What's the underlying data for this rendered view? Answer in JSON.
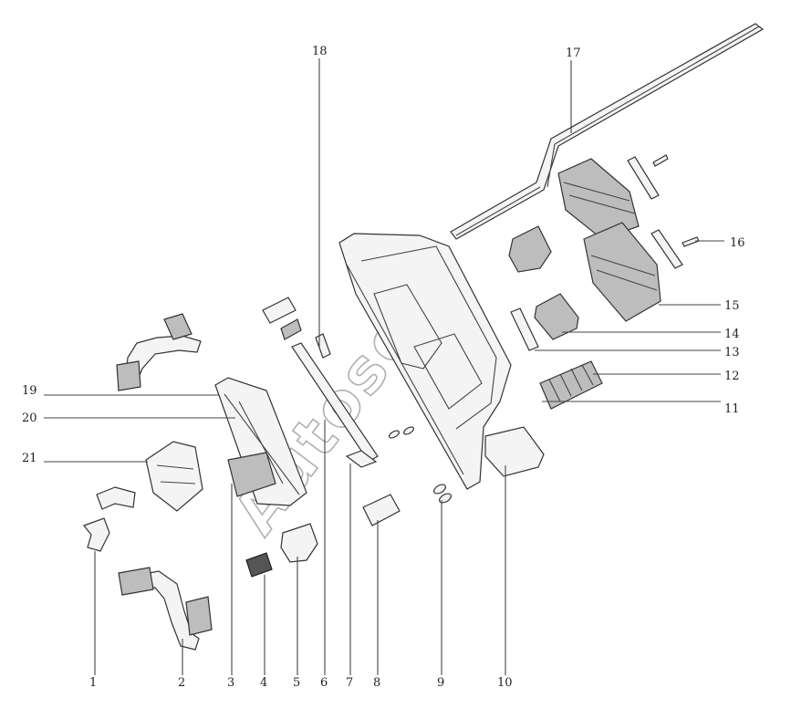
{
  "figure": {
    "labels": [
      "1",
      "2",
      "3",
      "4",
      "5",
      "6",
      "7",
      "8",
      "9",
      "10",
      "11",
      "12",
      "13",
      "14",
      "15",
      "16",
      "17",
      "18",
      "19",
      "20",
      "21"
    ],
    "watermark": "Autosoft"
  }
}
